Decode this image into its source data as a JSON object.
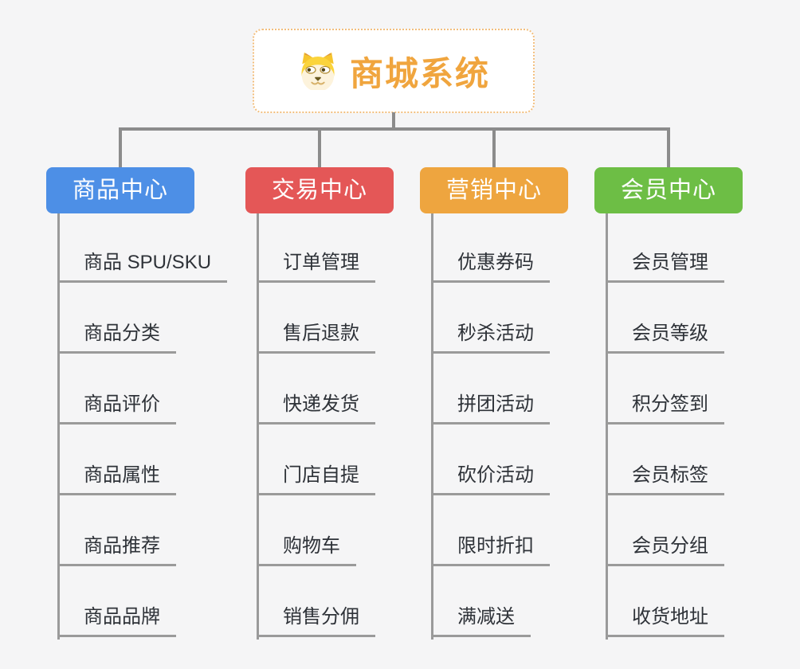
{
  "root": {
    "title": "商城系统",
    "icon": "shiba-dog-icon"
  },
  "branches": [
    {
      "label": "商品中心",
      "color": "#4D8FE6",
      "children": [
        "商品 SPU/SKU",
        "商品分类",
        "商品评价",
        "商品属性",
        "商品推荐",
        "商品品牌"
      ]
    },
    {
      "label": "交易中心",
      "color": "#E45757",
      "children": [
        "订单管理",
        "售后退款",
        "快递发货",
        "门店自提",
        "购物车",
        "销售分佣"
      ]
    },
    {
      "label": "营销中心",
      "color": "#EEA53F",
      "children": [
        "优惠券码",
        "秒杀活动",
        "拼团活动",
        "砍价活动",
        "限时折扣",
        "满减送"
      ]
    },
    {
      "label": "会员中心",
      "color": "#6DBE45",
      "children": [
        "会员管理",
        "会员等级",
        "积分签到",
        "会员标签",
        "会员分组",
        "收货地址"
      ]
    }
  ],
  "colors": {
    "background": "#F5F5F6",
    "connector": "#8C8C8C",
    "leaf_line": "#9A9A9A",
    "leaf_text": "#2E3238",
    "root_text": "#F0A53E",
    "root_border": "#F2BE7D"
  }
}
